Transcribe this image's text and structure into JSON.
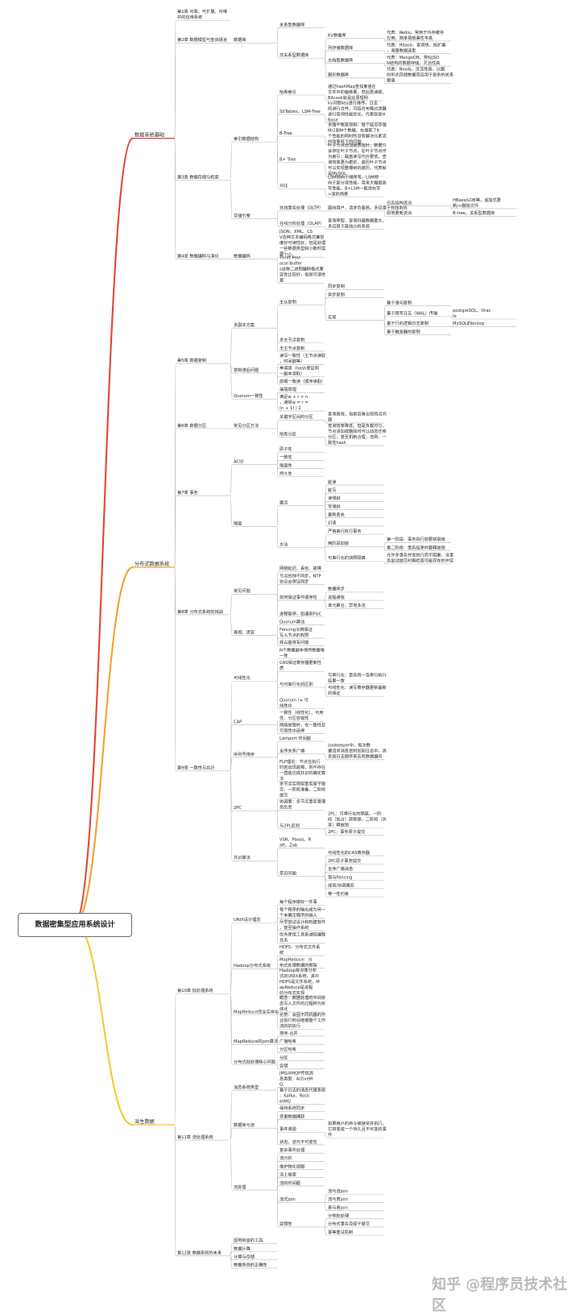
{
  "root": "数据密集型应用系统设计",
  "watermark": "知乎 @程序员技术社区",
  "colors": {
    "red": "#e03a2e",
    "orange": "#f39a21",
    "yellow": "#f3c82b",
    "root_border": "#666666",
    "line": "#b3b3b3"
  },
  "branches": [
    {
      "label": "数据系统基础",
      "color": "red",
      "children": [
        {
          "label": "第1章 可靠、可扩展、可维护的应用系统"
        },
        {
          "label": "第2章 数据模型与查询语言",
          "children": [
            {
              "label": "数据库",
              "children": [
                {
                  "label": "关系型数据库"
                },
                {
                  "label": "非关系型数据库",
                  "children": [
                    {
                      "label": "KV数据库",
                      "children": [
                        {
                          "label": "代表：Redis，常用于内存缓存应用，简单易部署性丰高"
                        }
                      ]
                    },
                    {
                      "label": "列存储数据库",
                      "children": [
                        {
                          "label": "代表：Hbase，查询快，拓扩展，海量数据选型"
                        }
                      ]
                    },
                    {
                      "label": "文档型数据库",
                      "children": [
                        {
                          "label": "代表：MongoDB，类似JSON结构的数据存储，灵活性高"
                        }
                      ]
                    },
                    {
                      "label": "图形数据库",
                      "children": [
                        {
                          "label": "代表：Neo4j，灵活性高，以图的形式存储数据常应用于复杂的关系图谱"
                        }
                      ]
                    }
                  ]
                }
              ]
            }
          ]
        },
        {
          "label": "第3章 数据存储与检索",
          "children": [
            {
              "label": "索引数据结构",
              "children": [
                {
                  "label": "哈希索引",
                  "children": [
                    {
                      "label": "通过hashMap查找某值在文件中的偏移量，然后再读取，Bitcask就是此原理例"
                    }
                  ]
                },
                {
                  "label": "SSTables，LSM-Tree",
                  "children": [
                    {
                      "label": "kv对按key进行排序，日志段进行合并，可结合布隆过滤器进行查询性能优化，代表就是HBase"
                    }
                  ]
                },
                {
                  "label": "B-Tree",
                  "children": [
                    {
                      "label": "多路平衡查找树，每个结点存储M/2到M个数据，在搜索了K个性能的同时所没有解决元素流的效率低下的问题"
                    }
                  ]
                },
                {
                  "label": "B+ Tree",
                  "children": [
                    {
                      "label": "叶子节点增加链表指针，数据只会存在叶子节点，在叶子节点作为索引；磁盘读写代价更低，查询效率更为稳定，遍历叶子节点可以实现整棵树的遍历，代表就是MySQL"
                    }
                  ]
                },
                {
                  "label": "对比",
                  "children": [
                    {
                      "label": "LSM倾向于顺序写，LSM倾向于部分读性能，用来大幅提高写性能，B+LSM一般用在写>读的场景"
                    }
                  ]
                }
              ]
            },
            {
              "label": "存储引擎",
              "children": [
                {
                  "label": "在线事务处理（OLTP）",
                  "children": [
                    {
                      "label": "面向用户，请求负载高，多应用于在线系统",
                      "children": [
                        {
                          "label": "日志结构流派",
                          "children": [
                            {
                              "label": "HBase/LDB等，追加式更新/+删除文件"
                            }
                          ]
                        },
                        {
                          "label": "原地更新流派",
                          "children": [
                            {
                              "label": "B-tree，关系型数据库"
                            }
                          ]
                        }
                      ]
                    }
                  ]
                },
                {
                  "label": "在线分析处理（OLAP）",
                  "children": [
                    {
                      "label": "查询库型，查询扫描数据量大，多应用于离线分析系统"
                    }
                  ]
                }
              ]
            }
          ]
        },
        {
          "label": "第4章 数据编码与演化",
          "children": [
            {
              "label": "数据编码",
              "children": [
                {
                  "label": "JSON、XML、CSV这种文本编码格式兼容度好可读性好，但是处理一些数据类型和小数时需要小心"
                },
                {
                  "label": "Thrift Protocol Buffers这种二进制编码格式兼容性比较好，但是可读性差"
                }
              ]
            }
          ]
        }
      ]
    },
    {
      "label": "分布式数据系统",
      "color": "orange",
      "children": [
        {
          "label": "第5章 数据复制",
          "children": [
            {
              "label": "多副本方案",
              "children": [
                {
                  "label": "主从复制",
                  "children": [
                    {
                      "label": "同步复制"
                    },
                    {
                      "label": "异步复制"
                    },
                    {
                      "label": "实现",
                      "children": [
                        {
                          "label": "基于语句复制"
                        },
                        {
                          "label": "基于预写日志（WAL）传输",
                          "children": [
                            {
                              "label": "postgreSQL、Oracle"
                            }
                          ]
                        },
                        {
                          "label": "基于行的逻辑日志复制",
                          "children": [
                            {
                              "label": "MySQL的binlog"
                            }
                          ]
                        },
                        {
                          "label": "基于触发器的复制"
                        }
                      ]
                    }
                  ]
                },
                {
                  "label": "多主节点复制"
                },
                {
                  "label": "无主节点复制"
                }
              ]
            },
            {
              "label": "复制滞后问题",
              "children": [
                {
                  "label": "读写一致性（主节点读取，时间戳等）"
                },
                {
                  "label": "单调读（hash保证同一副本读取）"
                },
                {
                  "label": "前缀一致读（顺序读取）"
                }
              ]
            },
            {
              "label": "Quorum一致性",
              "children": [
                {
                  "label": "抽屉原理"
                },
                {
                  "label": "满足w + r > n，通常w = r = (n + 1) / 2"
                }
              ]
            }
          ]
        },
        {
          "label": "第6章 数据分区",
          "children": [
            {
              "label": "常见分区方法",
              "children": [
                {
                  "label": "关键字区间的分区",
                  "children": [
                    {
                      "label": "查询高效，但是容易出现热点问题"
                    }
                  ]
                },
                {
                  "label": "哈希分区",
                  "children": [
                    {
                      "label": "查询效率降低，但是负载均匀，节点添加或删除时可以动态迁移分区，甚至机制合理，范例：一致性hash"
                    }
                  ]
                }
              ]
            }
          ]
        },
        {
          "label": "第7章 事务",
          "children": [
            {
              "label": "ACID",
              "children": [
                {
                  "label": "原子性"
                },
                {
                  "label": "一致性"
                },
                {
                  "label": "隔离性"
                },
                {
                  "label": "持久性"
                }
              ]
            },
            {
              "label": "隔离",
              "children": [
                {
                  "label": "要点",
                  "children": [
                    {
                      "label": "脏读"
                    },
                    {
                      "label": "脏写"
                    },
                    {
                      "label": "读倾斜"
                    },
                    {
                      "label": "写倾斜"
                    },
                    {
                      "label": "更新丢失"
                    },
                    {
                      "label": "幻读"
                    }
                  ]
                },
                {
                  "label": "方法",
                  "children": [
                    {
                      "label": "严格串行执行事务"
                    },
                    {
                      "label": "两阶段加锁",
                      "children": [
                        {
                          "label": "第一阶段：事务执行前要获取锁"
                        },
                        {
                          "label": "第二阶段：事务结束时要释放锁"
                        }
                      ]
                    },
                    {
                      "label": "可串行化的快照隔离",
                      "children": [
                        {
                          "label": "允许多事务并发执行而不阻塞，当事务尝试提交时再检查可能存在的冲突"
                        }
                      ]
                    }
                  ]
                }
              ]
            }
          ]
        },
        {
          "label": "第8章 分布式系统的挑战",
          "children": [
            {
              "label": "常见问题",
              "children": [
                {
                  "label": "网络延迟、丢包、故障"
                },
                {
                  "label": "节点的钟不同步，NTP协议去保证同步"
                },
                {
                  "label": "如何保证事件顺序性",
                  "children": [
                    {
                      "label": "数据同步"
                    },
                    {
                      "label": "进程通信"
                    },
                    {
                      "label": "单元聚合，异地多活"
                    }
                  ]
                },
                {
                  "label": "进程暂停，如遇到FGC"
                }
              ]
            },
            {
              "label": "真相、谎言",
              "children": [
                {
                  "label": "Quorum算法"
                },
                {
                  "label": "Fencing令牌保证写入节点的权限"
                },
                {
                  "label": "拜占庭将军问题"
                }
              ]
            }
          ]
        },
        {
          "label": "第9章 一致性与共识",
          "children": [
            {
              "label": "可线性化",
              "children": [
                {
                  "label": "N个数据副本保持数据唯一性"
                },
                {
                  "label": "CAS保证寄存器更新性质"
                },
                {
                  "label": "与可串行化的区别",
                  "children": [
                    {
                      "label": "可串行化：事务统一及串行执行结果一致"
                    },
                    {
                      "label": "可线性化：读写寄存器更新最新的保证"
                    }
                  ]
                },
                {
                  "label": "Quorum != 可线性化"
                }
              ]
            },
            {
              "label": "CAP",
              "children": [
                {
                  "label": "一致性（线性化）、可用性、分区容错性"
                },
                {
                  "label": "网络故障时，在一致性及可用性中选择"
                }
              ]
            },
            {
              "label": "序列号排序",
              "children": [
                {
                  "label": "Lamport 时间戳"
                },
                {
                  "label": "全序关系广播",
                  "children": [
                    {
                      "label": "zookeeper中，每次数据请求消息会附加到日志中，消息按日志顺序来实现数据编号"
                    }
                  ]
                },
                {
                  "label": "FLP理论：节点在执行时若出现故障，则不存在一直能达成共识的确定算法"
                }
              ]
            },
            {
              "label": "2PC",
              "children": [
                {
                  "label": "多节点实现原事务原子提交，一阶段准备，二阶段提交"
                },
                {
                  "label": "协调者：多节点事务管理员负责"
                },
                {
                  "label": "与2PL区别",
                  "children": [
                    {
                      "label": "2PL：可串行化的隔离，一阶段（加占）获取锁，二阶段（共享）释放锁"
                    },
                    {
                      "label": "2PC：事务原子提交"
                    }
                  ]
                }
              ]
            },
            {
              "label": "共识算法",
              "children": [
                {
                  "label": "VSR、Paxos、Raft、Zab"
                },
                {
                  "label": "常见问题",
                  "children": [
                    {
                      "label": "可线性化的CAS寄存器"
                    },
                    {
                      "label": "2PC原子事务提交"
                    },
                    {
                      "label": "全序广播消息"
                    },
                    {
                      "label": "锁与Fencing"
                    },
                    {
                      "label": "成员/协调服务"
                    },
                    {
                      "label": "唯一性约束"
                    }
                  ]
                }
              ]
            }
          ]
        }
      ]
    },
    {
      "label": "派生数据",
      "color": "yellow",
      "children": [
        {
          "label": "第10章 批处理系统",
          "children": [
            {
              "label": "UNIX设计理念",
              "children": [
                {
                  "label": "每个程序做好一件事"
                },
                {
                  "label": "每个程序的输出成为另一个未确定程序的输入"
                },
                {
                  "label": "尽早尝试设计和构建软件，甚至操作系统"
                },
                {
                  "label": "优先使用工具来减轻编程任务"
                }
              ]
            },
            {
              "label": "Hadoop分布式系统",
              "children": [
                {
                  "label": "HDFS：分布式文件系统"
                },
                {
                  "label": "MapReduce：分布式处理数据的框架"
                },
                {
                  "label": "Hadoop有点像分布式的UNIX系统，其中HDFS是文件系统，MapReduce是进程的分布式实现"
                }
              ]
            },
            {
              "label": "MapReduce完全实体化",
              "children": [
                {
                  "label": "概念：数据处理的中间状态写入文件的过程称为实体化"
                },
                {
                  "label": "劣势：会因不同机器的作业执行时间拖慢整个工作流的的执行"
                }
              ]
            },
            {
              "label": "MapReduce的join算法",
              "children": [
                {
                  "label": "排序-合并"
                },
                {
                  "label": "广播哈希"
                },
                {
                  "label": "分区哈希"
                }
              ]
            },
            {
              "label": "分布式批处理核心问题",
              "children": [
                {
                  "label": "分区"
                },
                {
                  "label": "容错"
                }
              ]
            }
          ]
        },
        {
          "label": "第11章 流处理系统",
          "children": [
            {
              "label": "消息系统类型",
              "children": [
                {
                  "label": "JMS/AMQP传统消息类型：ActiveMQ"
                },
                {
                  "label": "基于日志的消息代理系统：Kafka、RocketMQ"
                }
              ]
            },
            {
              "label": "数据库与流",
              "children": [
                {
                  "label": "保持系统同步"
                },
                {
                  "label": "变更数据捕获"
                },
                {
                  "label": "事件溯源",
                  "children": [
                    {
                      "label": "如果用户的命令被接受并执行，它将变成一个持久且不可变的事件"
                    }
                  ]
                },
                {
                  "label": "状态，流与不可变性"
                }
              ]
            },
            {
              "label": "流处理",
              "children": [
                {
                  "label": "复杂事件处理"
                },
                {
                  "label": "流分析"
                },
                {
                  "label": "维护物化视图"
                },
                {
                  "label": "流上搜索"
                },
                {
                  "label": "流的时间戳"
                },
                {
                  "label": "流式join",
                  "children": [
                    {
                      "label": "流与流join"
                    },
                    {
                      "label": "流与表join"
                    },
                    {
                      "label": "表与表join"
                    }
                  ]
                },
                {
                  "label": "容错性",
                  "children": [
                    {
                      "label": "分钟批处理"
                    },
                    {
                      "label": "分布式事务及原子提交"
                    },
                    {
                      "label": "幂等重试机制"
                    }
                  ]
                }
              ]
            }
          ]
        },
        {
          "label": "第12章 数据系统的未来",
          "children": [
            {
              "label": "因地制宜的工具"
            },
            {
              "label": "数据计算"
            },
            {
              "label": "计算与存储"
            },
            {
              "label": "数据系统的正确性"
            }
          ]
        }
      ]
    }
  ]
}
